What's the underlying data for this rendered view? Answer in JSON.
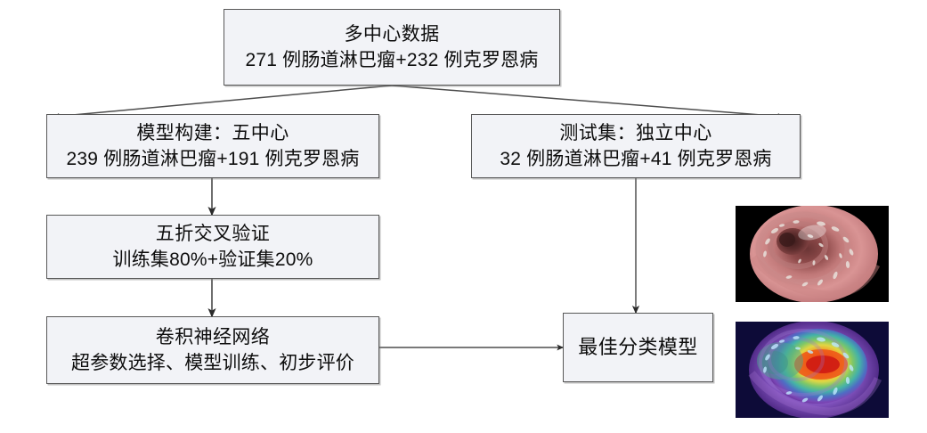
{
  "diagram": {
    "title": "Study workflow flowchart",
    "nodes": {
      "source": {
        "line1": "多中心数据",
        "line2": "271 例肠道淋巴瘤+232 例克罗恩病"
      },
      "model_build": {
        "line1": "模型构建：五中心",
        "line2": "239 例肠道淋巴瘤+191 例克罗恩病"
      },
      "testset": {
        "line1": "测试集：独立中心",
        "line2": "32 例肠道淋巴瘤+41 例克罗恩病"
      },
      "cross_validation": {
        "line1": "五折交叉验证",
        "line2": "训练集80%+验证集20%"
      },
      "cnn": {
        "line1": "卷积神经网络",
        "line2": "超参数选择、模型训练、初步评价"
      },
      "best_model": {
        "line1": "最佳分类模型"
      }
    },
    "images": {
      "endoscopy": "endoscopy-photo",
      "heatmap": "gradcam-heatmap-photo"
    },
    "colors": {
      "node_fill": "#f2f3f7",
      "node_border": "#585858",
      "connector": "#4d4d4d",
      "text": "#0d0d0d",
      "canvas": "#ffffff"
    }
  }
}
